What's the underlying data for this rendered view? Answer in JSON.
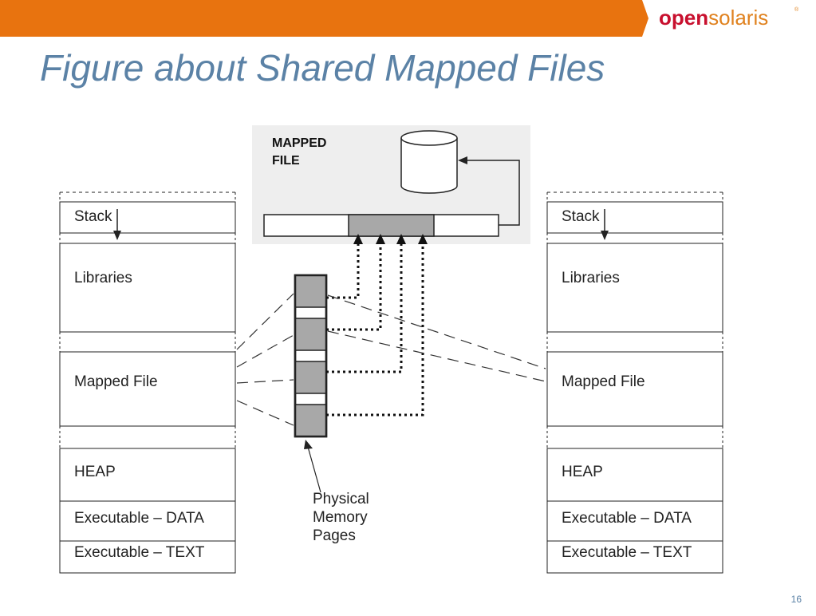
{
  "header": {
    "brand_color": "#e8730f",
    "logo": {
      "part1": "open",
      "part2": "solaris",
      "trademark": "®",
      "color_part1": "#c8102e",
      "color_part2": "#e0821f"
    }
  },
  "slide": {
    "title": "Figure about Shared Mapped Files",
    "page_number": "16"
  },
  "diagram": {
    "mapped_file_label": [
      "MAPPED",
      "FILE"
    ],
    "physical_pages_label": [
      "Physical",
      "Memory",
      "Pages"
    ],
    "left_process": {
      "segments": [
        "Stack",
        "Libraries",
        "Mapped File",
        "HEAP",
        "Executable – DATA",
        "Executable – TEXT"
      ]
    },
    "right_process": {
      "segments": [
        "Stack",
        "Libraries",
        "Mapped File",
        "HEAP",
        "Executable – DATA",
        "Executable – TEXT"
      ]
    },
    "colors": {
      "shaded": "#a8a8a8",
      "panel": "#eeeeee",
      "line": "#222222"
    }
  }
}
